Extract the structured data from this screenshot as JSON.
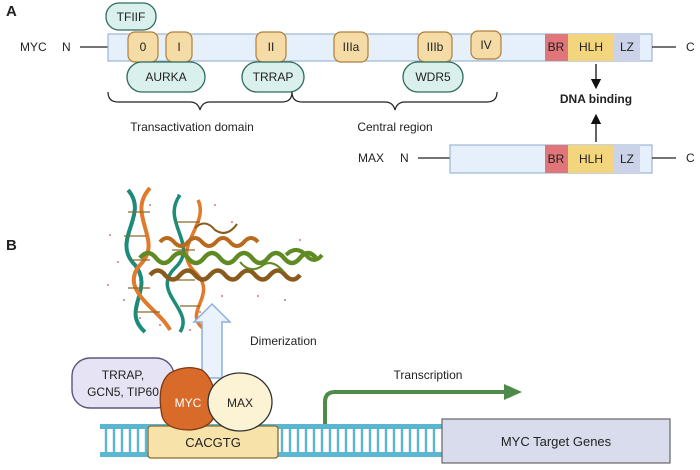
{
  "panel_a": {
    "label": "A",
    "myc": {
      "name": "MYC",
      "n_term": "N",
      "c_term": "C",
      "boxes": [
        "0",
        "I",
        "II",
        "IIIa",
        "IIIb",
        "IV"
      ],
      "domains": {
        "br": "BR",
        "hlh": "HLH",
        "lz": "LZ"
      }
    },
    "max": {
      "name": "MAX",
      "n_term": "N",
      "c_term": "C"
    },
    "binding_partners": {
      "tfiif": "TFIIF",
      "aurka": "AURKA",
      "trrap": "TRRAP",
      "wdr5": "WDR5"
    },
    "regions": {
      "transactivation": "Transactivation domain",
      "central": "Central region"
    },
    "dna_binding": "DNA binding"
  },
  "panel_b": {
    "label": "B",
    "dimerization": "Dimerization",
    "cofactors_line1": "TRRAP,",
    "cofactors_line2": "GCN5, TIP60",
    "myc": "MYC",
    "max": "MAX",
    "ebox": "CACGTG",
    "transcription": "Transcription",
    "target_genes": "MYC Target Genes"
  },
  "colors": {
    "protein_bar": "#e6f0fa",
    "box_fill": "#f5dca6",
    "partner_fill": "#d9f0ec",
    "br": "#e0757a",
    "hlh": "#f3d57e",
    "lz": "#ccd3e8",
    "myc_blob": "#d86a2a",
    "max_blob": "#fbf3d4",
    "cofactor_fill": "#e5e3f4",
    "arrow_green": "#4f8a4b",
    "dna_blue": "#5bb6cf",
    "target_box": "#d9dcec"
  }
}
